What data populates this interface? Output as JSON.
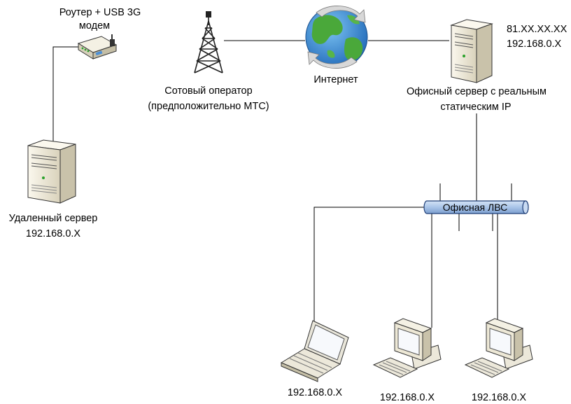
{
  "nodes": {
    "router": {
      "label_line1": "Роутер + USB 3G",
      "label_line2": "модем"
    },
    "tower": {
      "label_line1": "Сотовый оператор",
      "label_line2": "(предположительно МТС)"
    },
    "internet": {
      "label": "Интернет"
    },
    "office_server": {
      "ip_external": "81.XX.XX.XX",
      "ip_internal": "192.168.0.X",
      "label_line1": "Офисный сервер с реальным",
      "label_line2": "статическим IP"
    },
    "remote_server": {
      "label_line1": "Удаленный сервер",
      "label_line2": "192.168.0.X"
    },
    "lan_bus": {
      "label": "Офисная ЛВС"
    },
    "laptop": {
      "label": "192.168.0.X"
    },
    "pc1": {
      "label": "192.168.0.X"
    },
    "pc2": {
      "label": "192.168.0.X"
    }
  },
  "colors": {
    "bus_fill": "#a9c4e8",
    "globe_ocean": "#2a7fd0",
    "globe_land": "#4aa83a",
    "tower": "#222222",
    "device_body": "#ede8d6"
  },
  "icons": {
    "router": "router-icon",
    "tower": "cell-tower-icon",
    "internet": "globe-icon",
    "server": "server-tower-icon",
    "laptop": "laptop-icon",
    "pc": "desktop-pc-icon"
  }
}
